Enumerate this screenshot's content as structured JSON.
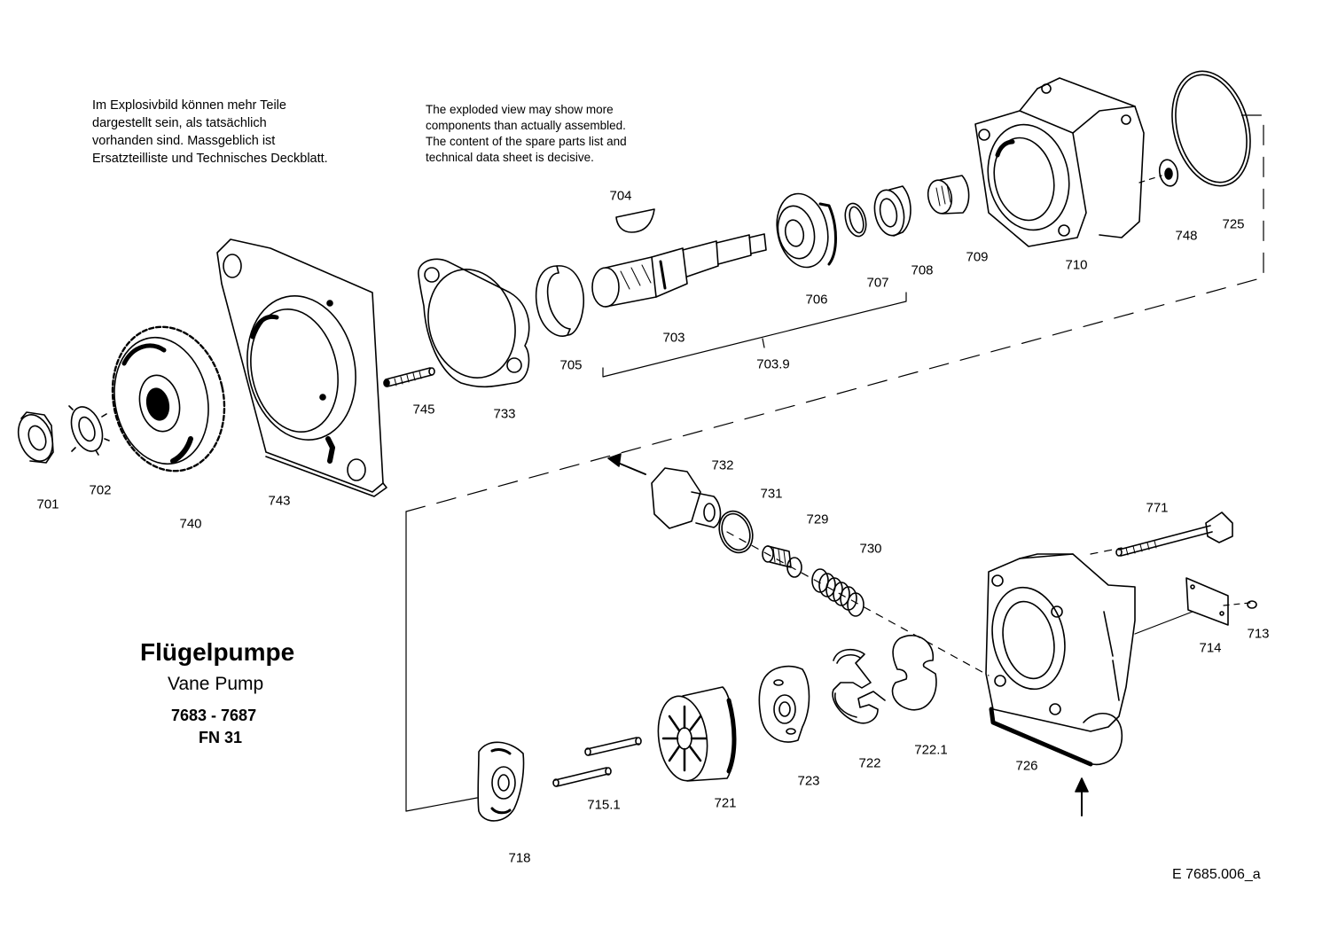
{
  "notes": {
    "german": "Im Explosivbild können mehr Teile\ndargestellt sein, als tatsächlich\nvorhanden sind. Massgeblich ist\nErsatzteilliste und Technisches Deckblatt.",
    "english": "The exploded view may show more\ncomponents than actually assembled.\nThe content of the spare parts list and\ntechnical data sheet is decisive."
  },
  "title": {
    "german": "Flügelpumpe",
    "english": "Vane Pump",
    "range": "7683 - 7687",
    "fn": "FN 31"
  },
  "drawing_id": "E  7685.006_a",
  "parts": {
    "p701": "701",
    "p702": "702",
    "p740": "740",
    "p743": "743",
    "p745": "745",
    "p733": "733",
    "p705": "705",
    "p704": "704",
    "p703": "703",
    "p703_9": "703.9",
    "p706": "706",
    "p707": "707",
    "p708": "708",
    "p709": "709",
    "p710": "710",
    "p748": "748",
    "p725": "725",
    "p732": "732",
    "p731": "731",
    "p729": "729",
    "p730": "730",
    "p771": "771",
    "p714": "714",
    "p713": "713",
    "p726": "726",
    "p722_1": "722.1",
    "p722": "722",
    "p723": "723",
    "p721": "721",
    "p715_1": "715.1",
    "p718": "718"
  },
  "icons": {
    "arrow_upper": "arrow-icon",
    "arrow_lower": "arrow-icon"
  }
}
